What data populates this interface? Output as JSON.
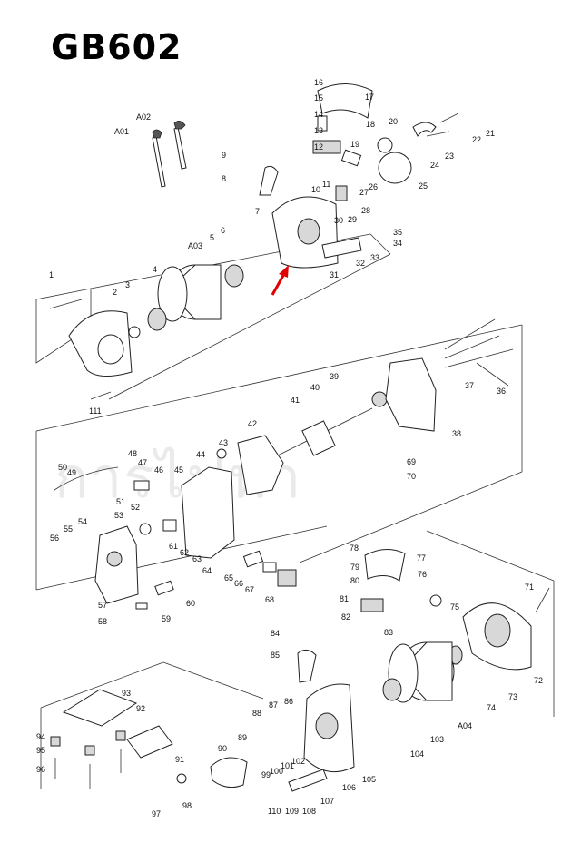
{
  "title": "GB602",
  "watermark": "การไฟฟ้า",
  "arrow_color": "#e00000",
  "labels": [
    {
      "id": "l16",
      "text": "16"
    },
    {
      "id": "l17",
      "text": "17"
    },
    {
      "id": "l15",
      "text": "15"
    },
    {
      "id": "l14",
      "text": "14"
    },
    {
      "id": "l13",
      "text": "13"
    },
    {
      "id": "l12",
      "text": "12"
    },
    {
      "id": "l18",
      "text": "18"
    },
    {
      "id": "l19",
      "text": "19"
    },
    {
      "id": "l20",
      "text": "20"
    },
    {
      "id": "l21",
      "text": "21"
    },
    {
      "id": "l22",
      "text": "22"
    },
    {
      "id": "l23",
      "text": "23"
    },
    {
      "id": "l24",
      "text": "24"
    },
    {
      "id": "l25",
      "text": "25"
    },
    {
      "id": "lA02",
      "text": "A02"
    },
    {
      "id": "lA01",
      "text": "A01"
    },
    {
      "id": "l9",
      "text": "9"
    },
    {
      "id": "l8",
      "text": "8"
    },
    {
      "id": "l10",
      "text": "10"
    },
    {
      "id": "l11",
      "text": "11"
    },
    {
      "id": "l26",
      "text": "26"
    },
    {
      "id": "l27",
      "text": "27"
    },
    {
      "id": "l28",
      "text": "28"
    },
    {
      "id": "l29",
      "text": "29"
    },
    {
      "id": "l30",
      "text": "30"
    },
    {
      "id": "l7",
      "text": "7"
    },
    {
      "id": "l6",
      "text": "6"
    },
    {
      "id": "l5",
      "text": "5"
    },
    {
      "id": "lA03",
      "text": "A03"
    },
    {
      "id": "l35",
      "text": "35"
    },
    {
      "id": "l34",
      "text": "34"
    },
    {
      "id": "l33",
      "text": "33"
    },
    {
      "id": "l32",
      "text": "32"
    },
    {
      "id": "l31",
      "text": "31"
    },
    {
      "id": "l1",
      "text": "1"
    },
    {
      "id": "l2",
      "text": "2"
    },
    {
      "id": "l3",
      "text": "3"
    },
    {
      "id": "l4",
      "text": "4"
    },
    {
      "id": "l111",
      "text": "111"
    },
    {
      "id": "l39",
      "text": "39"
    },
    {
      "id": "l40",
      "text": "40"
    },
    {
      "id": "l36",
      "text": "36"
    },
    {
      "id": "l37",
      "text": "37"
    },
    {
      "id": "l41",
      "text": "41"
    },
    {
      "id": "l38",
      "text": "38"
    },
    {
      "id": "l42",
      "text": "42"
    },
    {
      "id": "l43",
      "text": "43"
    },
    {
      "id": "l69",
      "text": "69"
    },
    {
      "id": "l70",
      "text": "70"
    },
    {
      "id": "l48",
      "text": "48"
    },
    {
      "id": "l47",
      "text": "47"
    },
    {
      "id": "l46",
      "text": "46"
    },
    {
      "id": "l45",
      "text": "45"
    },
    {
      "id": "l44",
      "text": "44"
    },
    {
      "id": "l50",
      "text": "50"
    },
    {
      "id": "l49",
      "text": "49"
    },
    {
      "id": "l51",
      "text": "51"
    },
    {
      "id": "l52",
      "text": "52"
    },
    {
      "id": "l53",
      "text": "53"
    },
    {
      "id": "l54",
      "text": "54"
    },
    {
      "id": "l55",
      "text": "55"
    },
    {
      "id": "l56",
      "text": "56"
    },
    {
      "id": "l61",
      "text": "61"
    },
    {
      "id": "l62",
      "text": "62"
    },
    {
      "id": "l63",
      "text": "63"
    },
    {
      "id": "l64",
      "text": "64"
    },
    {
      "id": "l65",
      "text": "65"
    },
    {
      "id": "l66",
      "text": "66"
    },
    {
      "id": "l67",
      "text": "67"
    },
    {
      "id": "l68",
      "text": "68"
    },
    {
      "id": "l57",
      "text": "57"
    },
    {
      "id": "l58",
      "text": "58"
    },
    {
      "id": "l59",
      "text": "59"
    },
    {
      "id": "l60",
      "text": "60"
    },
    {
      "id": "l78",
      "text": "78"
    },
    {
      "id": "l77",
      "text": "77"
    },
    {
      "id": "l79",
      "text": "79"
    },
    {
      "id": "l76",
      "text": "76"
    },
    {
      "id": "l80",
      "text": "80"
    },
    {
      "id": "l81",
      "text": "81"
    },
    {
      "id": "l82",
      "text": "82"
    },
    {
      "id": "l83",
      "text": "83"
    },
    {
      "id": "l75",
      "text": "75"
    },
    {
      "id": "l71",
      "text": "71"
    },
    {
      "id": "l84",
      "text": "84"
    },
    {
      "id": "l85",
      "text": "85"
    },
    {
      "id": "l72",
      "text": "72"
    },
    {
      "id": "l73",
      "text": "73"
    },
    {
      "id": "l74",
      "text": "74"
    },
    {
      "id": "lA04",
      "text": "A04"
    },
    {
      "id": "l103",
      "text": "103"
    },
    {
      "id": "l104",
      "text": "104"
    },
    {
      "id": "l93",
      "text": "93"
    },
    {
      "id": "l92",
      "text": "92"
    },
    {
      "id": "l94",
      "text": "94"
    },
    {
      "id": "l95",
      "text": "95"
    },
    {
      "id": "l96",
      "text": "96"
    },
    {
      "id": "l88",
      "text": "88"
    },
    {
      "id": "l87",
      "text": "87"
    },
    {
      "id": "l86",
      "text": "86"
    },
    {
      "id": "l89",
      "text": "89"
    },
    {
      "id": "l90",
      "text": "90"
    },
    {
      "id": "l91",
      "text": "91"
    },
    {
      "id": "l99",
      "text": "99"
    },
    {
      "id": "l100",
      "text": "100"
    },
    {
      "id": "l101",
      "text": "101"
    },
    {
      "id": "l102",
      "text": "102"
    },
    {
      "id": "l105",
      "text": "105"
    },
    {
      "id": "l106",
      "text": "106"
    },
    {
      "id": "l107",
      "text": "107"
    },
    {
      "id": "l97",
      "text": "97"
    },
    {
      "id": "l98",
      "text": "98"
    },
    {
      "id": "l110",
      "text": "110"
    },
    {
      "id": "l109",
      "text": "109"
    },
    {
      "id": "l108",
      "text": "108"
    }
  ]
}
